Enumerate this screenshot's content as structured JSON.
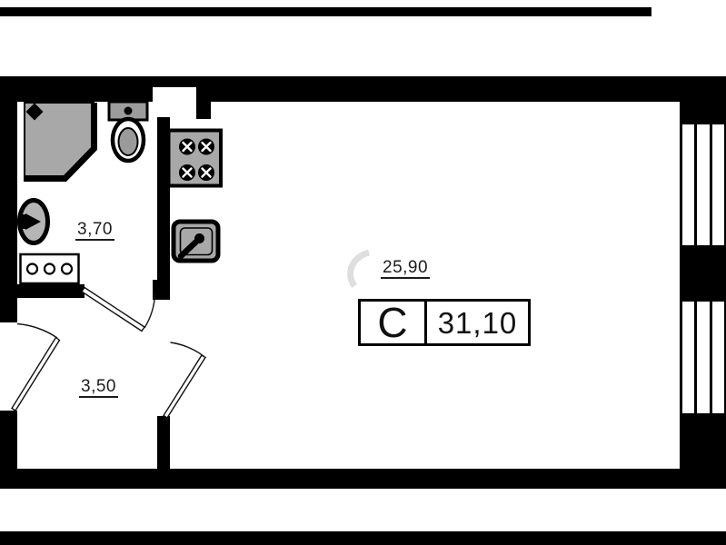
{
  "plan": {
    "unit_type_label": "С",
    "total_area": "31,10",
    "rooms": {
      "bathroom": {
        "area": "3,70"
      },
      "hallway": {
        "area": "3,50"
      },
      "living": {
        "area": "25,90"
      }
    },
    "colors": {
      "wall": "#000000",
      "fixture_fill": "#a8a8a8",
      "background": "#ffffff"
    }
  }
}
